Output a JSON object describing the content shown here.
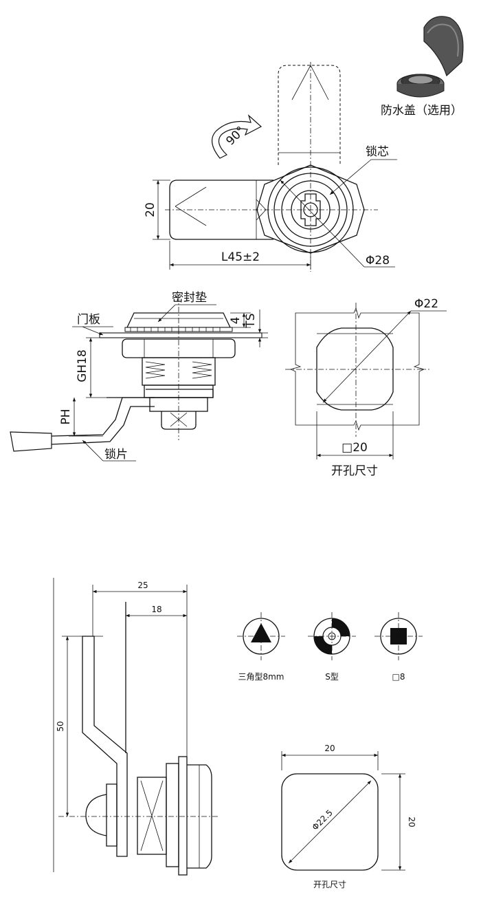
{
  "top_section": {
    "cover_label": "防水盖（选用）",
    "rotation_label": "90°",
    "core_label": "锁芯",
    "height_dim": "20",
    "length_dim": "L45±2",
    "diameter_dim": "Φ28"
  },
  "side_section": {
    "gasket_label": "密封垫",
    "panel_label": "门板",
    "dim_4": "4",
    "dim_ts": "TS",
    "dim_gh": "GH18",
    "dim_ph": "PH",
    "cam_label": "锁片"
  },
  "cutout_top": {
    "diameter": "Φ22",
    "square": "□20",
    "caption": "开孔尺寸"
  },
  "bottom_side": {
    "dim_25": "25",
    "dim_18": "18",
    "dim_50": "50"
  },
  "key_types": [
    {
      "label": "三角型8mm"
    },
    {
      "label": "S型"
    },
    {
      "label": "□8"
    }
  ],
  "cutout_bottom": {
    "width": "20",
    "height": "20",
    "diameter": "Φ22.5",
    "caption": "开孔尺寸"
  }
}
